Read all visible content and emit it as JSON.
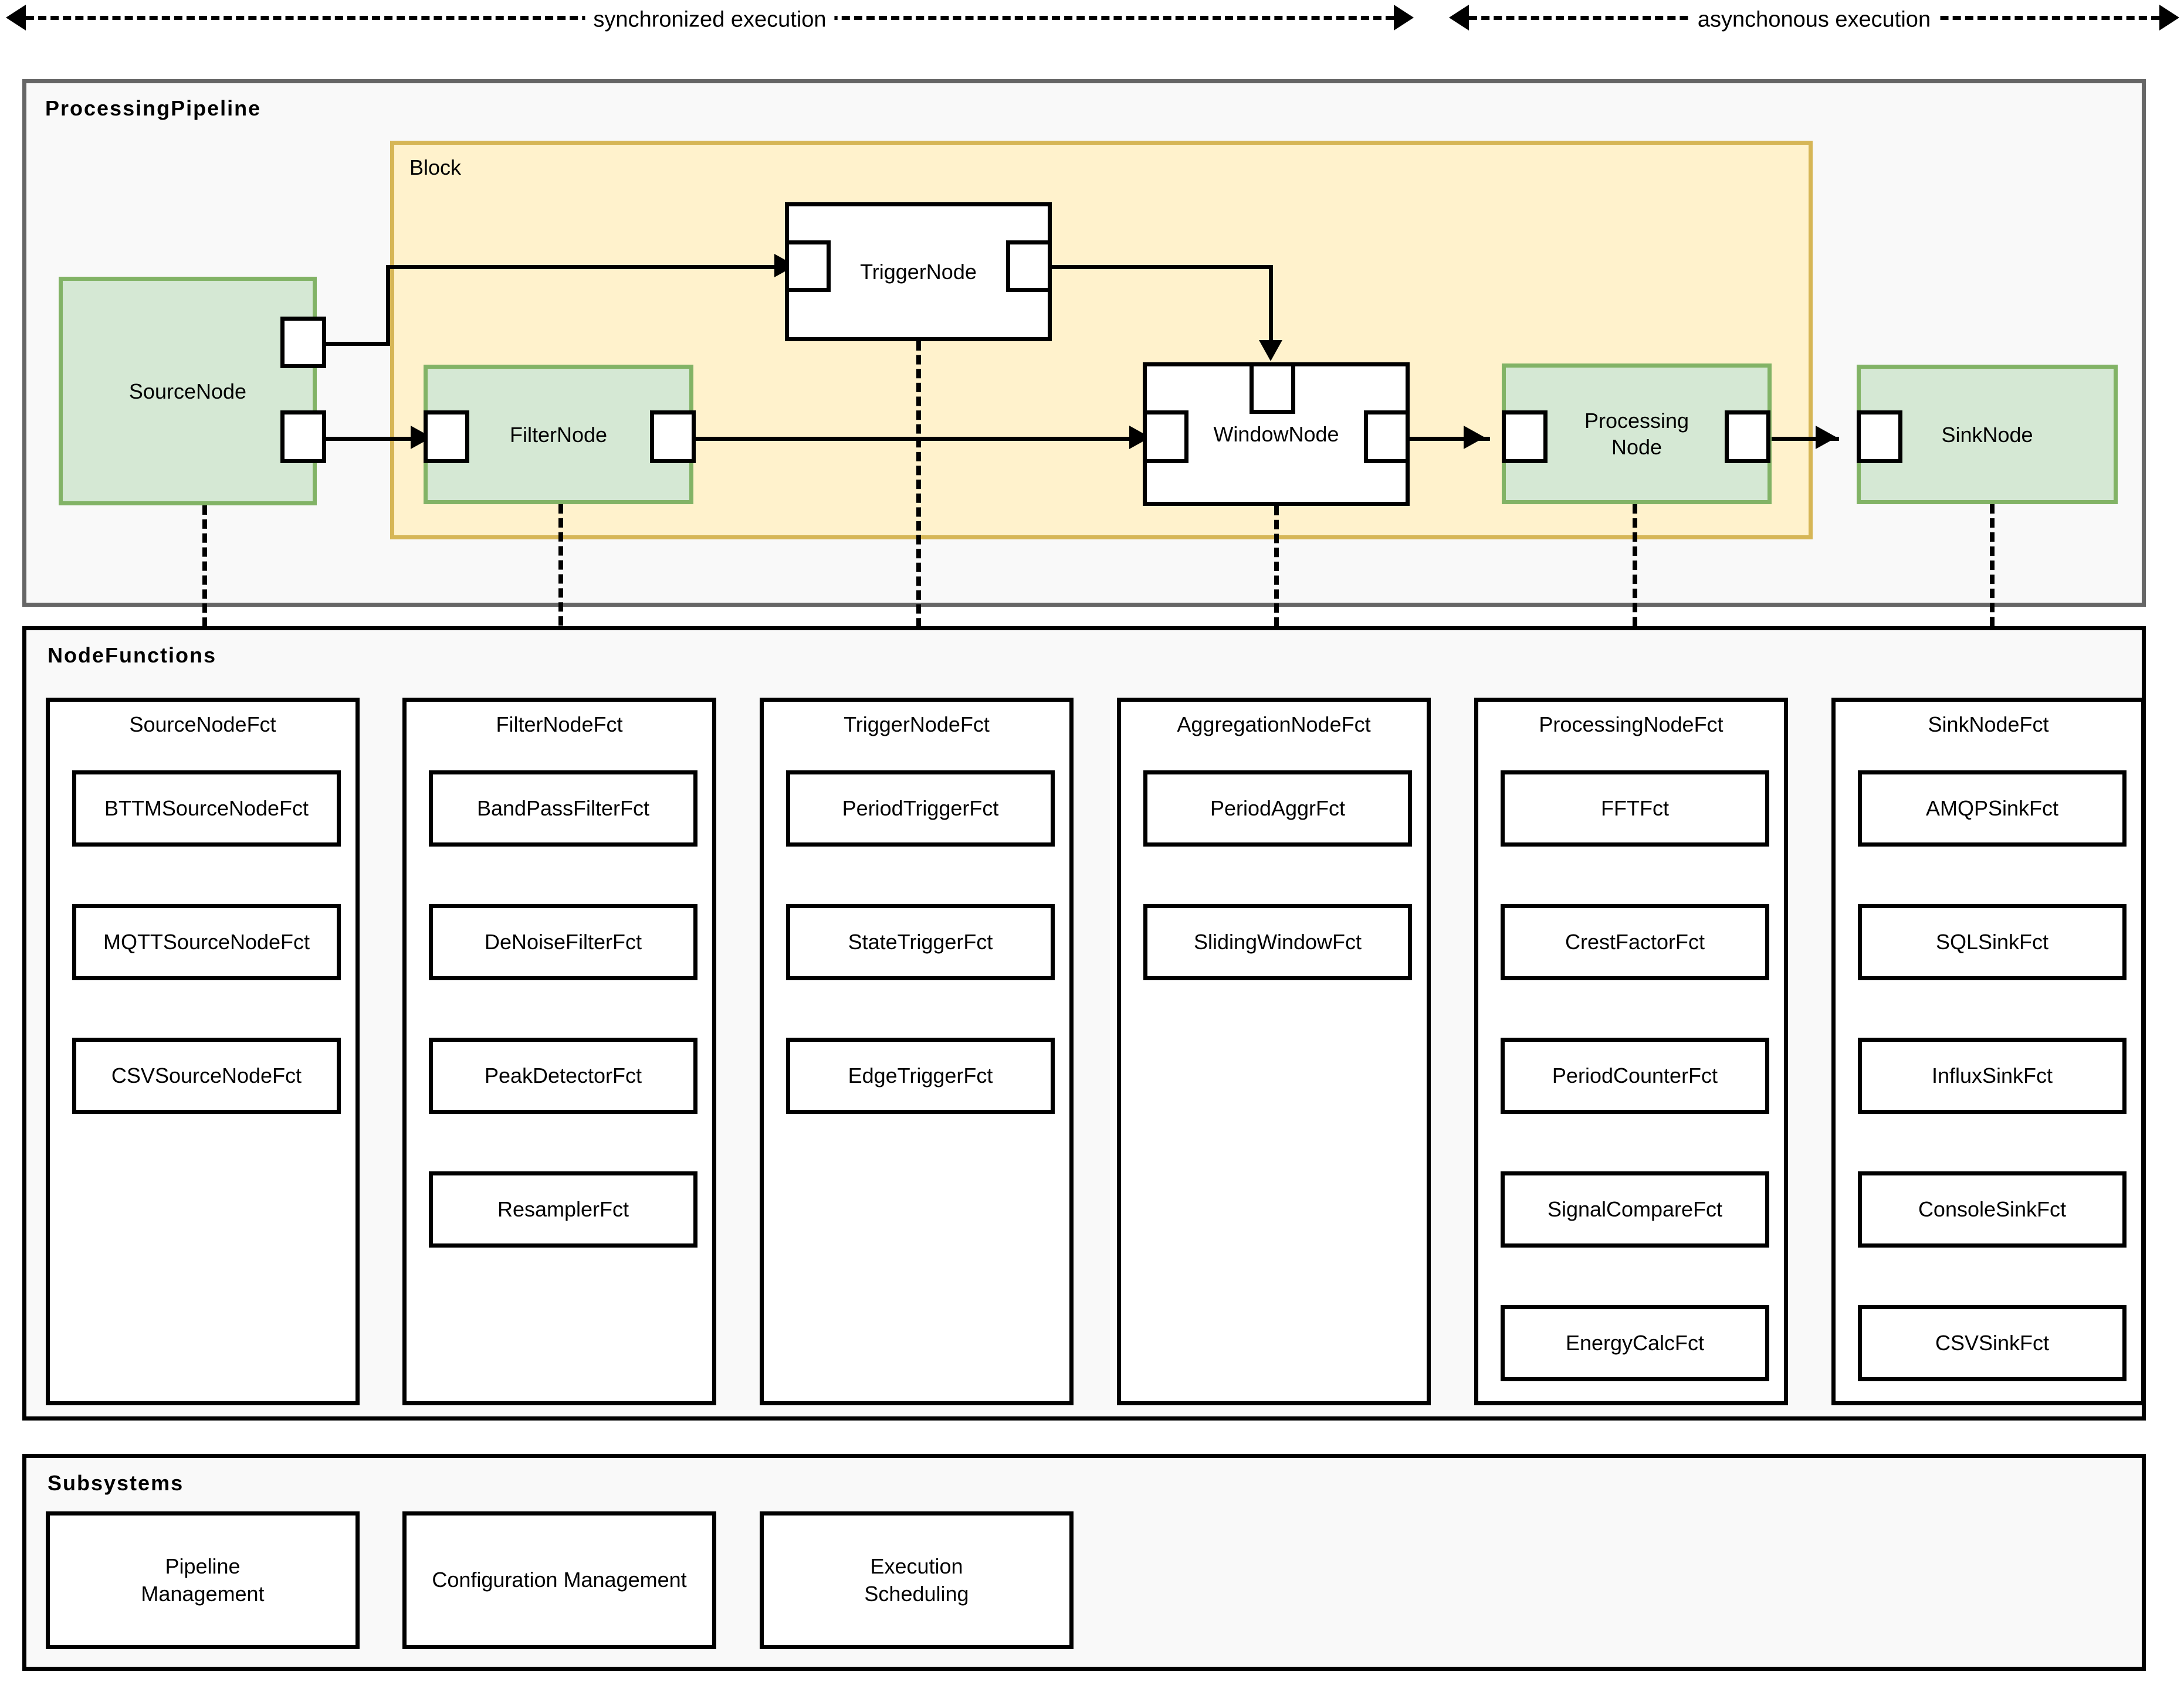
{
  "annotations": {
    "sync_label": "synchronized execution",
    "async_label": "asynchonous execution"
  },
  "pipeline": {
    "title": "ProcessingPipeline",
    "block": {
      "title": "Block"
    },
    "nodes": [
      {
        "id": "source",
        "label": "SourceNode",
        "kind": "green"
      },
      {
        "id": "filter",
        "label": "FilterNode",
        "kind": "green"
      },
      {
        "id": "trigger",
        "label": "TriggerNode",
        "kind": "white"
      },
      {
        "id": "window",
        "label": "WindowNode",
        "kind": "white"
      },
      {
        "id": "processing",
        "label": "Processing\nNode",
        "kind": "green"
      },
      {
        "id": "sink",
        "label": "SinkNode",
        "kind": "green"
      }
    ]
  },
  "node_functions": {
    "title": "NodeFunctions",
    "columns": [
      {
        "title": "SourceNodeFct",
        "items": [
          "BTTMSourceNodeFct",
          "MQTTSourceNodeFct",
          "CSVSourceNodeFct"
        ]
      },
      {
        "title": "FilterNodeFct",
        "items": [
          "BandPassFilterFct",
          "DeNoiseFilterFct",
          "PeakDetectorFct",
          "ResamplerFct"
        ]
      },
      {
        "title": "TriggerNodeFct",
        "items": [
          "PeriodTriggerFct",
          "StateTriggerFct",
          "EdgeTriggerFct"
        ]
      },
      {
        "title": "AggregationNodeFct",
        "items": [
          "PeriodAggrFct",
          "SlidingWindowFct"
        ]
      },
      {
        "title": "ProcessingNodeFct",
        "items": [
          "FFTFct",
          "CrestFactorFct",
          "PeriodCounterFct",
          "SignalCompareFct",
          "EnergyCalcFct"
        ]
      },
      {
        "title": "SinkNodeFct",
        "items": [
          "AMQPSinkFct",
          "SQLSinkFct",
          "InfluxSinkFct",
          "ConsoleSinkFct",
          "CSVSinkFct"
        ]
      }
    ]
  },
  "subsystems": {
    "title": "Subsystems",
    "items": [
      "Pipeline\nManagement",
      "Configuration Management",
      "Execution\nScheduling"
    ]
  },
  "colors": {
    "node_green_fill": "#d5e8d4",
    "node_green_border": "#82b366",
    "block_fill": "#fff2cc",
    "block_border": "#d6b656",
    "package_border_gray": "#666666",
    "package_fill_gray": "#f9f9f9",
    "stroke_black": "#000000"
  }
}
